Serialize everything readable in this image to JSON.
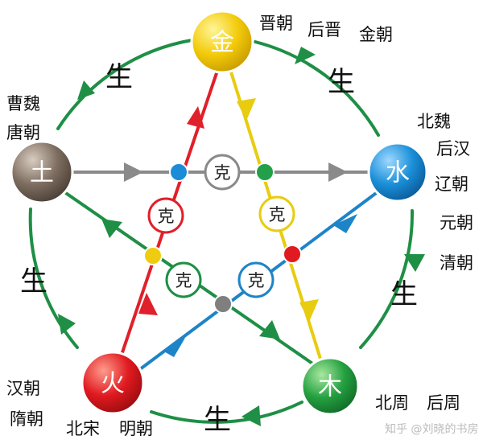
{
  "elements": {
    "metal": {
      "label": "金",
      "color": "#f0c800"
    },
    "water": {
      "label": "水",
      "color": "#1690dc"
    },
    "wood": {
      "label": "木",
      "color": "#22a54a"
    },
    "fire": {
      "label": "火",
      "color": "#e0191f"
    },
    "earth": {
      "label": "土",
      "color": "#7a6b5e"
    }
  },
  "relations": {
    "generate": "生",
    "overcome": "克"
  },
  "dynasties": {
    "metal": [
      "晋朝",
      "后晋",
      "金朝"
    ],
    "water": [
      "北魏",
      "后汉",
      "辽朝",
      "元朝",
      "清朝"
    ],
    "wood": [
      "北周",
      "后周"
    ],
    "fire": [
      "汉朝",
      "隋朝",
      "北宋",
      "明朝"
    ],
    "earth": [
      "曹魏",
      "唐朝"
    ]
  },
  "watermark": "知乎 @刘晓的书房"
}
